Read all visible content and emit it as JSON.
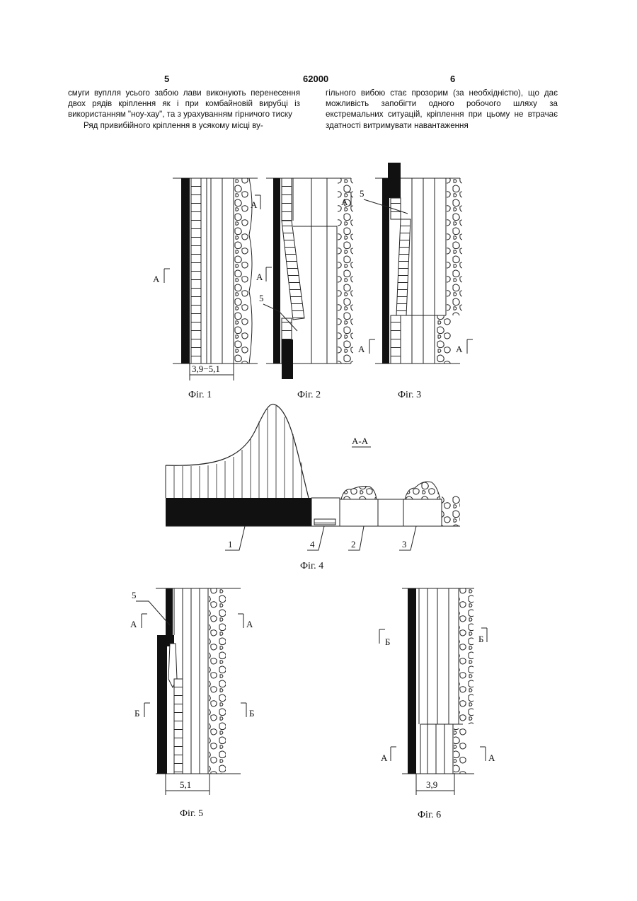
{
  "header": {
    "left_page": "5",
    "patent_number": "62000",
    "right_page": "6"
  },
  "text": {
    "left_par1": "смуги вуплля усього забою лави виконують перенесення двох рядів кріплення як і при комбайновій вирубці із використанням \"ноу-хау\", та з урахуванням гірничого тиску",
    "left_par2": "Ряд привибійного кріплення в усякому місці ву-",
    "right_par1": "гільного вибою стає прозорим (за необхідністю), що дає можливість запобігти одного робочого шляху за екстремальних ситуацій, кріплення при цьому не втрачає здатності витримувати навантаження"
  },
  "figures": {
    "fig1": {
      "caption": "Фіг. 1",
      "section": "А",
      "dimension": "3,9−5,1"
    },
    "fig2": {
      "caption": "Фіг. 2",
      "section": "А",
      "callout": "5"
    },
    "fig3": {
      "caption": "Фіг. 3",
      "section": "А",
      "callout": "5"
    },
    "fig4": {
      "caption": "Фіг. 4",
      "title": "А-А",
      "labels": [
        "1",
        "4",
        "2",
        "3"
      ]
    },
    "fig5": {
      "caption": "Фіг. 5",
      "section_a": "А",
      "section_b": "Б",
      "callout": "5",
      "dimension": "5,1"
    },
    "fig6": {
      "caption": "Фіг. 6",
      "section_a": "А",
      "section_b": "Б",
      "dimension": "3,9"
    }
  }
}
